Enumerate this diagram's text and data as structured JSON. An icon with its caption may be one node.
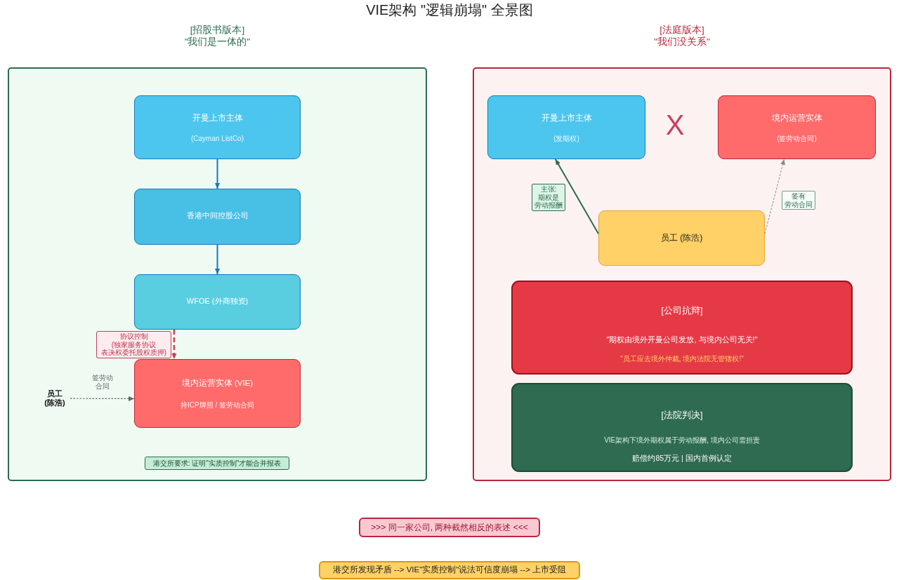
{
  "diagram": {
    "title": "VIE架构 \"逻辑崩塌\" 全景图",
    "nodes": [
      {
        "text": [
          "[招股书版本]",
          "\"我们是一体的\""
        ]
      },
      {
        "text": [
          "开曼上市主体",
          "(Cayman ListCo)"
        ],
        "in": 0
      },
      {
        "text": [
          "香港中间控股公司"
        ],
        "in": 0
      },
      {
        "text": [
          "WFOE (外商独资)"
        ],
        "in": 0
      },
      {
        "text": [
          "境内运营实体 (VIE)",
          "持ICP牌照 / 签劳动合同"
        ],
        "in": 0
      },
      {
        "text": [
          "员工 (陈浩)"
        ],
        "in": 0
      },
      {
        "text": [
          "港交所要求: 证明\"实质控制\"才能合并报表"
        ],
        "in": 0
      },
      {
        "text": [
          "[法庭版本]",
          "\"我们没关系\""
        ]
      },
      {
        "text": [
          "开曼上市主体",
          "(发期权)"
        ],
        "in": 7
      },
      {
        "text": [
          "境内运营实体",
          "(签劳动合同)"
        ],
        "in": 7
      },
      {
        "text": [
          "员工 (陈浩)"
        ],
        "in": 7
      },
      {
        "text": [
          "[公司抗辩]",
          "\"期权由境外开曼公司发放, 与境内公司无关!\"",
          "\"员工应去境外仲裁, 境内法院无管辖权!\""
        ],
        "in": 7
      },
      {
        "text": [
          "[法院判决]",
          "VIE架构下境外期权属于劳动报酬, 境内公司需担责",
          "赔偿约85万元 | 国内首例认定"
        ],
        "in": 7
      },
      {
        "text": [
          ">>> 同一家公司, 两种截然相反的表述 <<<"
        ]
      },
      {
        "text": [
          "港交所发现矛盾 --> VIE\"实质控制\"说法可信度崩塌 --> 上市受阻"
        ]
      }
    ],
    "edges": [
      {
        "from": 1,
        "to": 2,
        "arrow": "to"
      },
      {
        "from": 2,
        "to": 3,
        "arrow": "to"
      },
      {
        "from": 3,
        "to": 4,
        "arrow": "to",
        "label": "协议控制(独家服务协议表决权委托股权质押)",
        "style": "dashed",
        "color": "#d0404f"
      },
      {
        "from": 5,
        "to": 4,
        "arrow": "to",
        "label": "签劳动合同",
        "style": "dashed",
        "color": "#666666"
      },
      {
        "from": 10,
        "to": 8,
        "arrow": "to",
        "label": "主张:期权是劳动报酬",
        "color": "#2e6b50"
      },
      {
        "from": 10,
        "to": 9,
        "arrow": "to",
        "label": "签有劳动合同",
        "style": "dashed",
        "color": "#888888"
      }
    ],
    "labels": [
      "X"
    ]
  }
}
